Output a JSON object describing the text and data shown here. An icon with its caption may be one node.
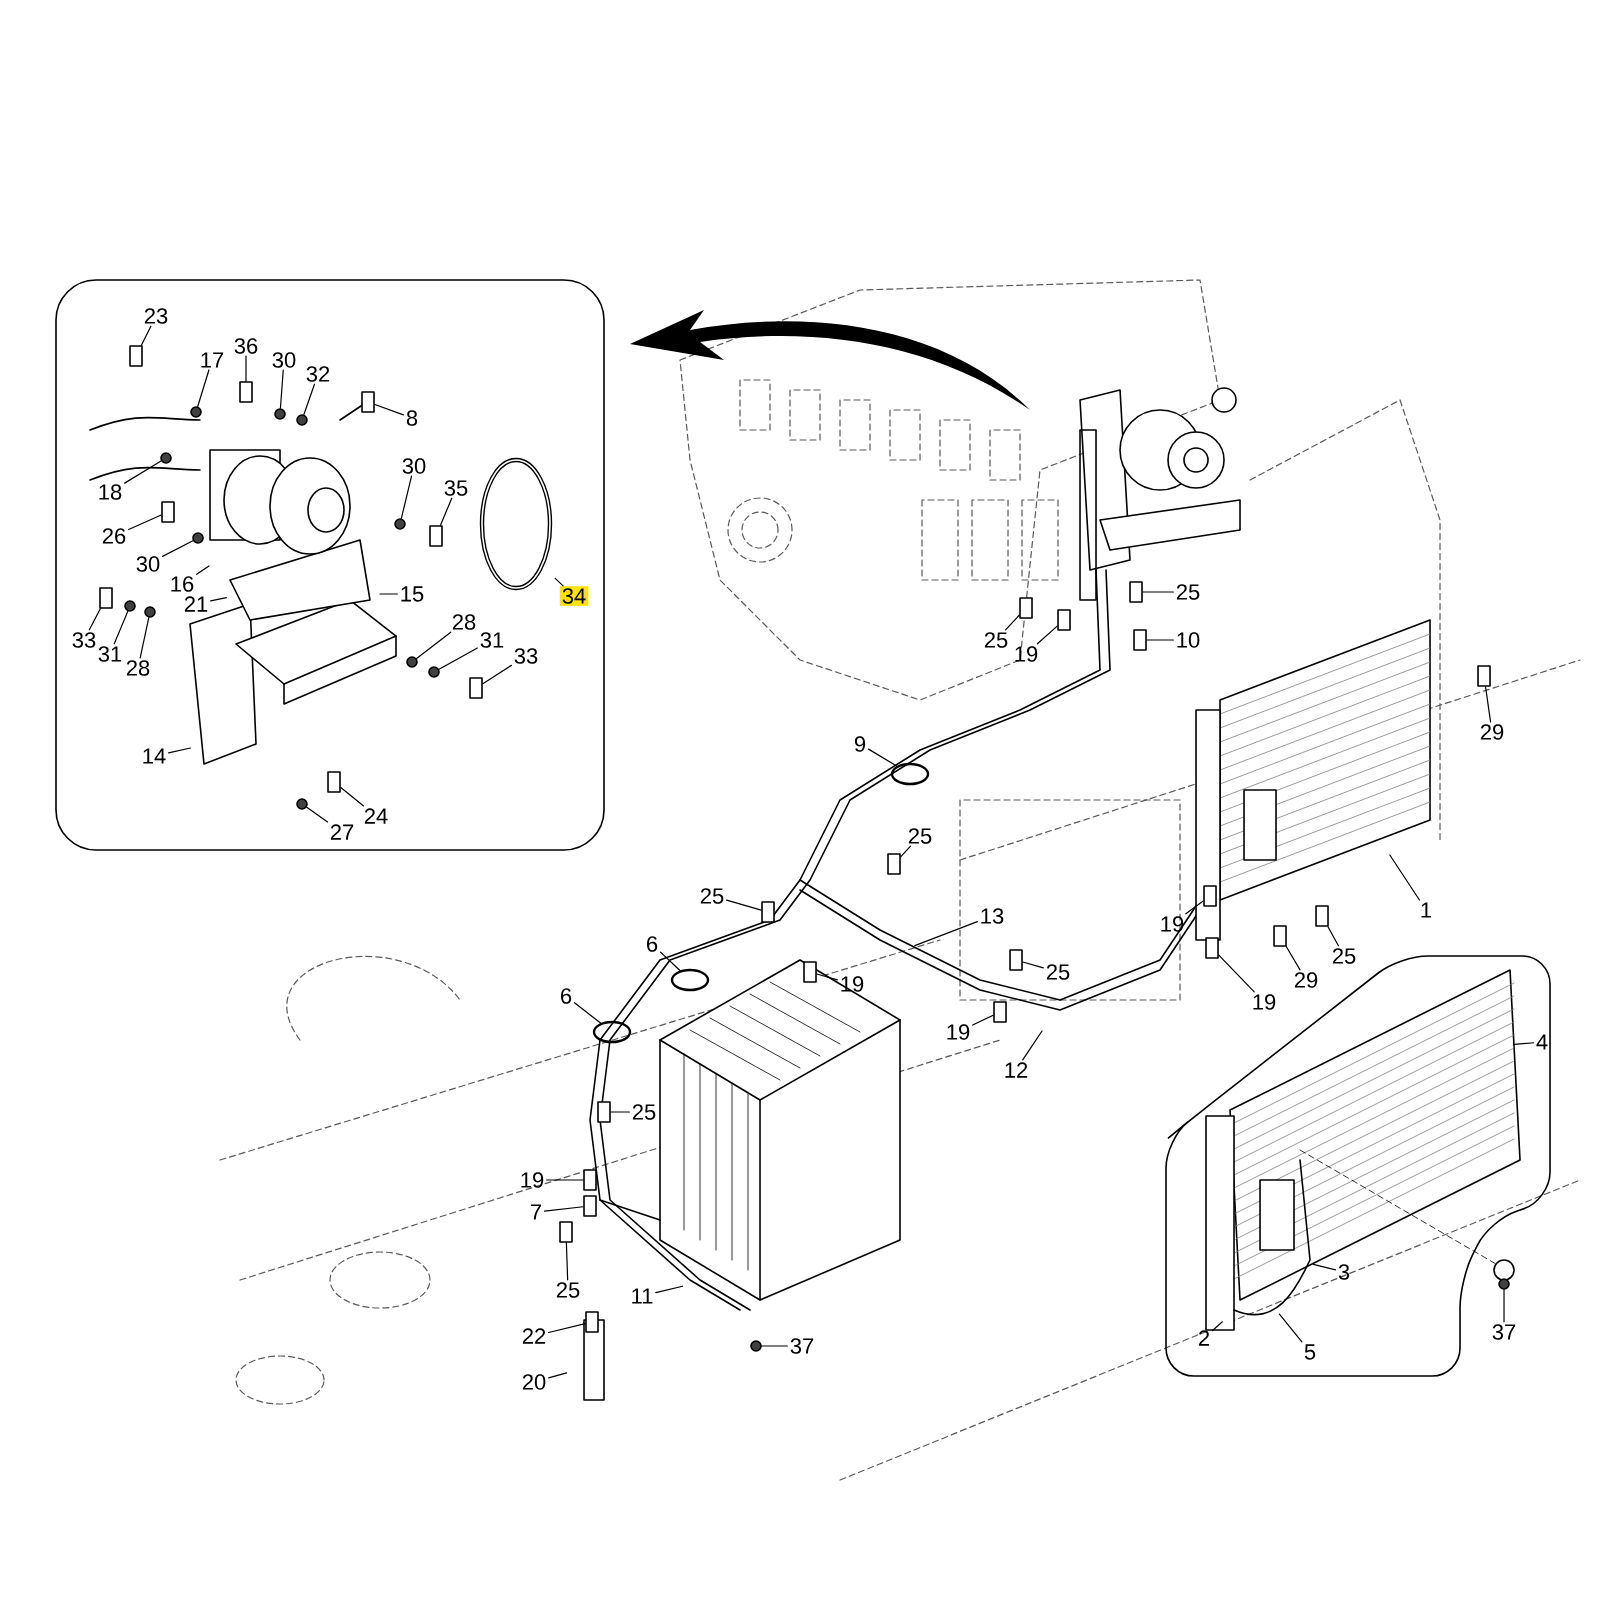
{
  "diagram": {
    "nodes": [
      {
        "text": [
          "23"
        ]
      },
      {
        "text": [
          "17"
        ]
      },
      {
        "text": [
          "36"
        ]
      },
      {
        "text": [
          "30"
        ]
      },
      {
        "text": [
          "32"
        ]
      },
      {
        "text": [
          "8"
        ]
      },
      {
        "text": [
          "18"
        ]
      },
      {
        "text": [
          "30"
        ]
      },
      {
        "text": [
          "35"
        ]
      },
      {
        "text": [
          "26"
        ]
      },
      {
        "text": [
          "30"
        ]
      },
      {
        "text": [
          "34"
        ]
      },
      {
        "text": [
          "16"
        ]
      },
      {
        "text": [
          "21"
        ]
      },
      {
        "text": [
          "15"
        ]
      },
      {
        "text": [
          "33"
        ]
      },
      {
        "text": [
          "31"
        ]
      },
      {
        "text": [
          "28"
        ]
      },
      {
        "text": [
          "28"
        ]
      },
      {
        "text": [
          "31"
        ]
      },
      {
        "text": [
          "33"
        ]
      },
      {
        "text": [
          "14"
        ]
      },
      {
        "text": [
          "24"
        ]
      },
      {
        "text": [
          "27"
        ]
      },
      {
        "text": [
          "25"
        ]
      },
      {
        "text": [
          "10"
        ]
      },
      {
        "text": [
          "25"
        ]
      },
      {
        "text": [
          "19"
        ]
      },
      {
        "text": [
          "29"
        ]
      },
      {
        "text": [
          "9"
        ]
      },
      {
        "text": [
          "25"
        ]
      },
      {
        "text": [
          "25"
        ]
      },
      {
        "text": [
          "13"
        ]
      },
      {
        "text": [
          "6"
        ]
      },
      {
        "text": [
          "19"
        ]
      },
      {
        "text": [
          "25"
        ]
      },
      {
        "text": [
          "19"
        ]
      },
      {
        "text": [
          "1"
        ]
      },
      {
        "text": [
          "29"
        ]
      },
      {
        "text": [
          "25"
        ]
      },
      {
        "text": [
          "19"
        ]
      },
      {
        "text": [
          "6"
        ]
      },
      {
        "text": [
          "19"
        ]
      },
      {
        "text": [
          "12"
        ]
      },
      {
        "text": [
          "4"
        ]
      },
      {
        "text": [
          "25"
        ]
      },
      {
        "text": [
          "19"
        ]
      },
      {
        "text": [
          "7"
        ]
      },
      {
        "text": [
          "25"
        ]
      },
      {
        "text": [
          "3"
        ]
      },
      {
        "text": [
          "11"
        ]
      },
      {
        "text": [
          "22"
        ]
      },
      {
        "text": [
          "37"
        ]
      },
      {
        "text": [
          "2"
        ]
      },
      {
        "text": [
          "5"
        ]
      },
      {
        "text": [
          "37"
        ]
      },
      {
        "text": [
          "20"
        ]
      },
      {
        "text": [],
        "shape": "box"
      },
      {
        "text": [],
        "shape": "circle"
      },
      {
        "text": [],
        "shape": "box"
      },
      {
        "text": [],
        "shape": "circle"
      },
      {
        "text": [],
        "shape": "circle"
      },
      {
        "text": [],
        "shape": "box"
      },
      {
        "text": [],
        "shape": "circle"
      },
      {
        "text": [],
        "shape": "circle"
      },
      {
        "text": [],
        "shape": "box"
      },
      {
        "text": [],
        "shape": "box"
      },
      {
        "text": [],
        "shape": "circle"
      },
      {
        "text": [],
        "shape": "box"
      },
      {
        "text": [],
        "shape": "circle"
      },
      {
        "text": [],
        "shape": "circle"
      },
      {
        "text": [],
        "shape": "circle"
      },
      {
        "text": [],
        "shape": "circle"
      },
      {
        "text": [],
        "shape": "box"
      },
      {
        "text": [],
        "shape": "box"
      },
      {
        "text": [],
        "shape": "circle"
      },
      {
        "text": [],
        "shape": "box"
      },
      {
        "text": [],
        "shape": "box"
      },
      {
        "text": [],
        "shape": "box"
      },
      {
        "text": [],
        "shape": "box"
      },
      {
        "text": [],
        "shape": "box"
      },
      {
        "text": [],
        "shape": "box"
      },
      {
        "text": [],
        "shape": "box"
      },
      {
        "text": [],
        "shape": "box"
      },
      {
        "text": [],
        "shape": "box"
      },
      {
        "text": [],
        "shape": "box"
      },
      {
        "text": [],
        "shape": "box"
      },
      {
        "text": [],
        "shape": "box"
      },
      {
        "text": [],
        "shape": "box"
      },
      {
        "text": [],
        "shape": "box"
      },
      {
        "text": [],
        "shape": "box"
      },
      {
        "text": [],
        "shape": "box"
      },
      {
        "text": [],
        "shape": "box"
      },
      {
        "text": [],
        "shape": "box"
      },
      {
        "text": [],
        "shape": "box"
      },
      {
        "text": [],
        "shape": "circle"
      },
      {
        "text": [],
        "shape": "circle"
      },
      {
        "text": [],
        "shape": "ring"
      },
      {
        "text": [],
        "shape": "ring"
      },
      {
        "text": [],
        "shape": "ring"
      }
    ],
    "edges": [
      {
        "from": 0,
        "to": 57,
        "arrow": "none"
      },
      {
        "from": 1,
        "to": 58,
        "arrow": "none"
      },
      {
        "from": 2,
        "to": 59,
        "arrow": "none"
      },
      {
        "from": 3,
        "to": 60,
        "arrow": "none"
      },
      {
        "from": 4,
        "to": 61,
        "arrow": "none"
      },
      {
        "from": 5,
        "to": 62,
        "arrow": "none"
      },
      {
        "from": 6,
        "to": 63,
        "arrow": "none"
      },
      {
        "from": 7,
        "to": 64,
        "arrow": "none"
      },
      {
        "from": 8,
        "to": 65,
        "arrow": "none"
      },
      {
        "from": 9,
        "to": 66,
        "arrow": "none"
      },
      {
        "from": 10,
        "to": 67,
        "arrow": "none"
      },
      {
        "from": 11,
        "to": null,
        "arrow": "none"
      },
      {
        "from": 12,
        "to": null,
        "arrow": "none"
      },
      {
        "from": 13,
        "to": null,
        "arrow": "none"
      },
      {
        "from": 14,
        "to": null,
        "arrow": "none"
      },
      {
        "from": 15,
        "to": 68,
        "arrow": "none"
      },
      {
        "from": 16,
        "to": 69,
        "arrow": "none"
      },
      {
        "from": 17,
        "to": 70,
        "arrow": "none"
      },
      {
        "from": 18,
        "to": 71,
        "arrow": "none"
      },
      {
        "from": 19,
        "to": 72,
        "arrow": "none"
      },
      {
        "from": 20,
        "to": 73,
        "arrow": "none"
      },
      {
        "from": 21,
        "to": null,
        "arrow": "none"
      },
      {
        "from": 22,
        "to": 74,
        "arrow": "none"
      },
      {
        "from": 23,
        "to": 75,
        "arrow": "none"
      },
      {
        "from": 24,
        "to": 76,
        "arrow": "none"
      },
      {
        "from": 25,
        "to": 77,
        "arrow": "none"
      },
      {
        "from": 26,
        "to": 78,
        "arrow": "none"
      },
      {
        "from": 27,
        "to": 79,
        "arrow": "none"
      },
      {
        "from": 28,
        "to": 80,
        "arrow": "none"
      },
      {
        "from": 29,
        "to": 99,
        "arrow": "none"
      },
      {
        "from": 30,
        "to": 81,
        "arrow": "none"
      },
      {
        "from": 31,
        "to": 82,
        "arrow": "none"
      },
      {
        "from": 32,
        "to": null,
        "arrow": "none"
      },
      {
        "from": 33,
        "to": 98,
        "arrow": "none"
      },
      {
        "from": 34,
        "to": 83,
        "arrow": "none"
      },
      {
        "from": 35,
        "to": 84,
        "arrow": "none"
      },
      {
        "from": 36,
        "to": 85,
        "arrow": "none"
      },
      {
        "from": 37,
        "to": null,
        "arrow": "none"
      },
      {
        "from": 38,
        "to": 86,
        "arrow": "none"
      },
      {
        "from": 39,
        "to": 87,
        "arrow": "none"
      },
      {
        "from": 40,
        "to": 88,
        "arrow": "none"
      },
      {
        "from": 41,
        "to": 97,
        "arrow": "none"
      },
      {
        "from": 42,
        "to": 89,
        "arrow": "none"
      },
      {
        "from": 43,
        "to": null,
        "arrow": "none"
      },
      {
        "from": 44,
        "to": null,
        "arrow": "none"
      },
      {
        "from": 45,
        "to": 90,
        "arrow": "none"
      },
      {
        "from": 46,
        "to": 91,
        "arrow": "none"
      },
      {
        "from": 47,
        "to": 92,
        "arrow": "none"
      },
      {
        "from": 48,
        "to": 93,
        "arrow": "none"
      },
      {
        "from": 49,
        "to": null,
        "arrow": "none"
      },
      {
        "from": 50,
        "to": null,
        "arrow": "none"
      },
      {
        "from": 51,
        "to": 94,
        "arrow": "none"
      },
      {
        "from": 52,
        "to": 95,
        "arrow": "none"
      },
      {
        "from": 53,
        "to": null,
        "arrow": "none"
      },
      {
        "from": 54,
        "to": null,
        "arrow": "none"
      },
      {
        "from": 55,
        "to": 96,
        "arrow": "none"
      },
      {
        "from": 56,
        "to": null,
        "arrow": "none"
      }
    ]
  }
}
